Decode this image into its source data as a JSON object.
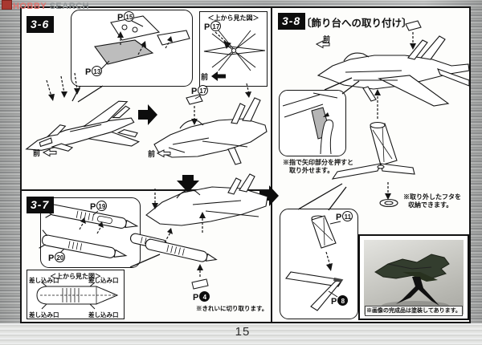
{
  "watermark": {
    "hobby": "HOBBY",
    "search": "SEARCH"
  },
  "page_number": "15",
  "colors": {
    "line": "#151515",
    "shade_gray": "#bdbdbd",
    "label_bg": "#0d0d0d",
    "watermark_pink": "#e0716c"
  },
  "sections": {
    "s36": {
      "label": "3-6",
      "front": "前",
      "front2": "前",
      "parts": {
        "p15": {
          "p": "P",
          "n": "15"
        },
        "p13": {
          "p": "P",
          "n": "13"
        },
        "p17": {
          "p": "P",
          "n": "17"
        }
      },
      "inset": {
        "title": "＜上から見た図＞",
        "part": {
          "p": "P",
          "n": "17"
        },
        "front": "前"
      }
    },
    "s37": {
      "label": "3-7",
      "parts": {
        "p19": {
          "p": "P",
          "n": "19"
        },
        "p20": {
          "p": "P",
          "n": "20"
        },
        "p4": {
          "p": "P",
          "n": "4"
        }
      },
      "note_cut": "※きれいに切り取ります。",
      "inset": {
        "title": "＜上から見た図＞",
        "slot": "差し込み口"
      }
    },
    "s38": {
      "label": "3-8",
      "title": "〔飾り台への取り付け〕",
      "front": "前",
      "parts": {
        "p11": {
          "p": "P",
          "n": "11"
        },
        "p8": {
          "p": "P",
          "n": "8"
        }
      },
      "note_press": [
        "※指で矢印部分を押すと",
        "取り外せます。"
      ],
      "note_store": [
        "※取り外したフタを",
        "収納できます。"
      ],
      "photo_caption": "※画像の完成品は塗装してあります。"
    }
  }
}
